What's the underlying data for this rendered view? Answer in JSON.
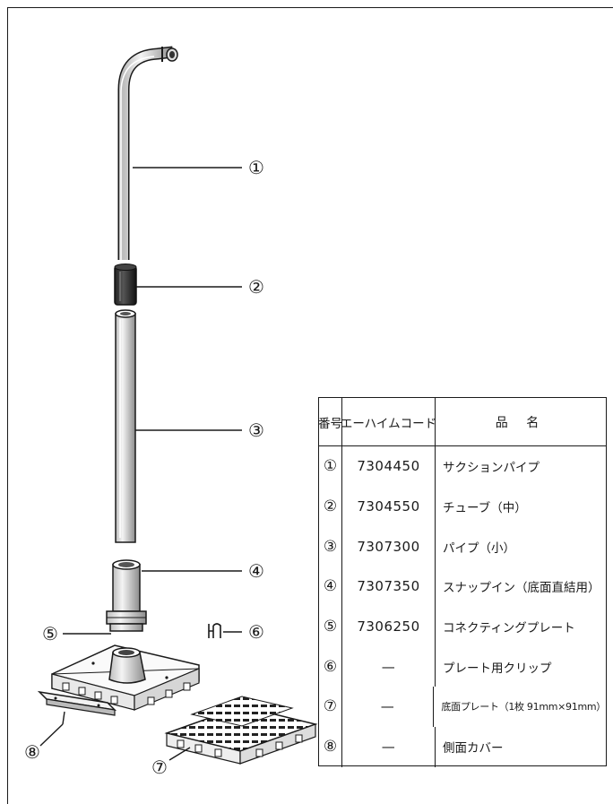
{
  "callouts": [
    "①",
    "②",
    "③",
    "④",
    "⑤",
    "⑥",
    "⑦",
    "⑧"
  ],
  "table": {
    "headers": {
      "number": "番号",
      "code": "エーハイムコード",
      "name": "品 名"
    },
    "rows": [
      {
        "number": "①",
        "code": "7304450",
        "name": "サクションパイプ"
      },
      {
        "number": "②",
        "code": "7304550",
        "name": "チューブ（中）"
      },
      {
        "number": "③",
        "code": "7307300",
        "name": "パイプ（小）"
      },
      {
        "number": "④",
        "code": "7307350",
        "name": "スナップイン（底面直結用）"
      },
      {
        "number": "⑤",
        "code": "7306250",
        "name": "コネクティングプレート"
      },
      {
        "number": "⑥",
        "code": "—",
        "name": "プレート用クリップ"
      },
      {
        "number": "⑦",
        "code": "—",
        "name": "底面プレート（1枚 91mm×91mm）"
      },
      {
        "number": "⑧",
        "code": "—",
        "name": "側面カバー"
      }
    ]
  }
}
